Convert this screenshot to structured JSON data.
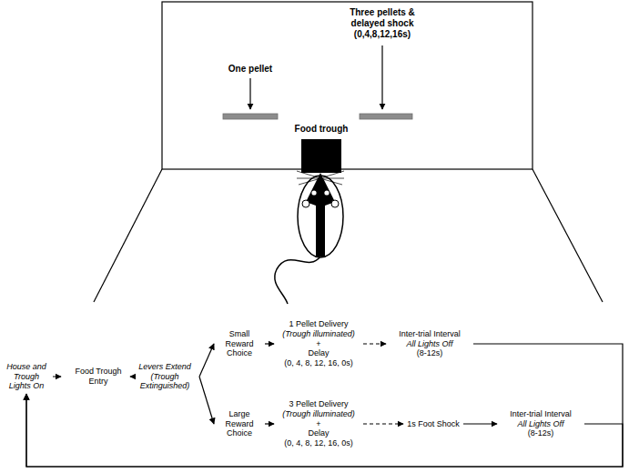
{
  "diagram": {
    "nodes": [
      {
        "text": [
          "House and Trough Lights On"
        ]
      },
      {
        "text": [
          "Food Trough Entry"
        ]
      },
      {
        "text": [
          "Levers Extend",
          "(Trough Extinguished)"
        ]
      },
      {
        "text": [
          "Small Reward Choice"
        ]
      },
      {
        "text": [
          "Large Reward Choice"
        ]
      },
      {
        "text": [
          "1 Pellet Delivery",
          "(Trough illuminated)",
          "+",
          "Delay",
          "(0, 4, 8, 12, 16, 0s)"
        ]
      },
      {
        "text": [
          "3 Pellet Delivery",
          "(Trough illuminated)",
          "+",
          "Delay",
          "(0, 4, 8, 12, 16, 0s)"
        ]
      },
      {
        "text": [
          "Inter-trial Interval",
          "All Lights Off",
          "(8-12s)"
        ]
      },
      {
        "text": [
          "1s Foot Shock"
        ]
      },
      {
        "text": [
          "Inter-trial Interval",
          "All Lights Off",
          "(8-12s)"
        ]
      }
    ],
    "edges": [
      {
        "from": 0,
        "to": 1,
        "arrow": "to"
      },
      {
        "from": 1,
        "to": 2,
        "arrow": "to"
      },
      {
        "from": 2,
        "to": 3,
        "arrow": "to"
      },
      {
        "from": 2,
        "to": 4,
        "arrow": "to"
      },
      {
        "from": 3,
        "to": 5,
        "arrow": "to"
      },
      {
        "from": 4,
        "to": 6,
        "arrow": "to"
      },
      {
        "from": 5,
        "to": 7,
        "arrow": "to"
      },
      {
        "from": 6,
        "to": 8,
        "arrow": "to"
      },
      {
        "from": 8,
        "to": 9,
        "arrow": "to"
      },
      {
        "from": 7,
        "to": 0,
        "arrow": "to"
      },
      {
        "from": 9,
        "to": 0,
        "arrow": "to"
      }
    ],
    "labels": [
      "One pellet",
      "Three pellets & delayed shock (0,4,8,12,16s)",
      "Food trough"
    ]
  }
}
